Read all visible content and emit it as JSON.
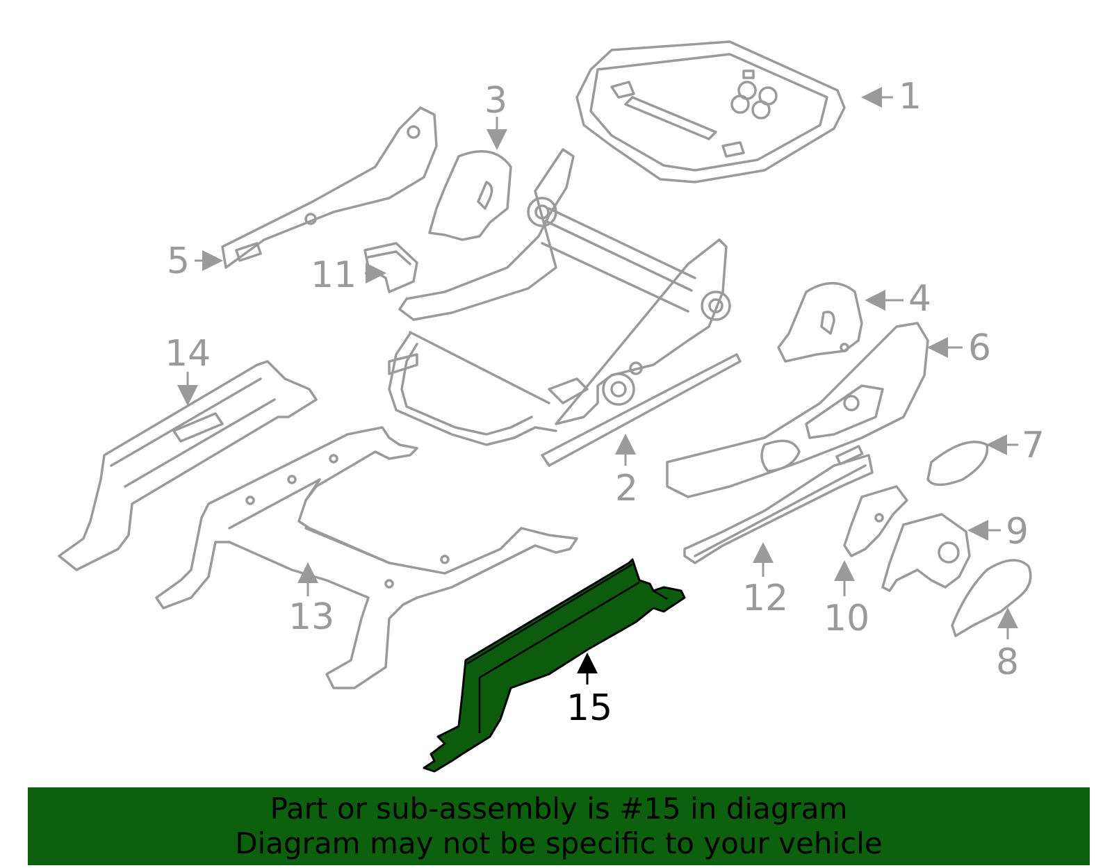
{
  "callouts": {
    "c1": "1",
    "c2": "2",
    "c3": "3",
    "c4": "4",
    "c5": "5",
    "c6": "6",
    "c7": "7",
    "c8": "8",
    "c9": "9",
    "c10": "10",
    "c11": "11",
    "c12": "12",
    "c13": "13",
    "c14": "14",
    "c15": "15"
  },
  "highlight_color": "#0d5c0d",
  "banner": {
    "line1": "Part or sub-assembly is #15 in diagram",
    "line2": "Diagram may not be specific to your vehicle",
    "color": "#0d600d"
  }
}
